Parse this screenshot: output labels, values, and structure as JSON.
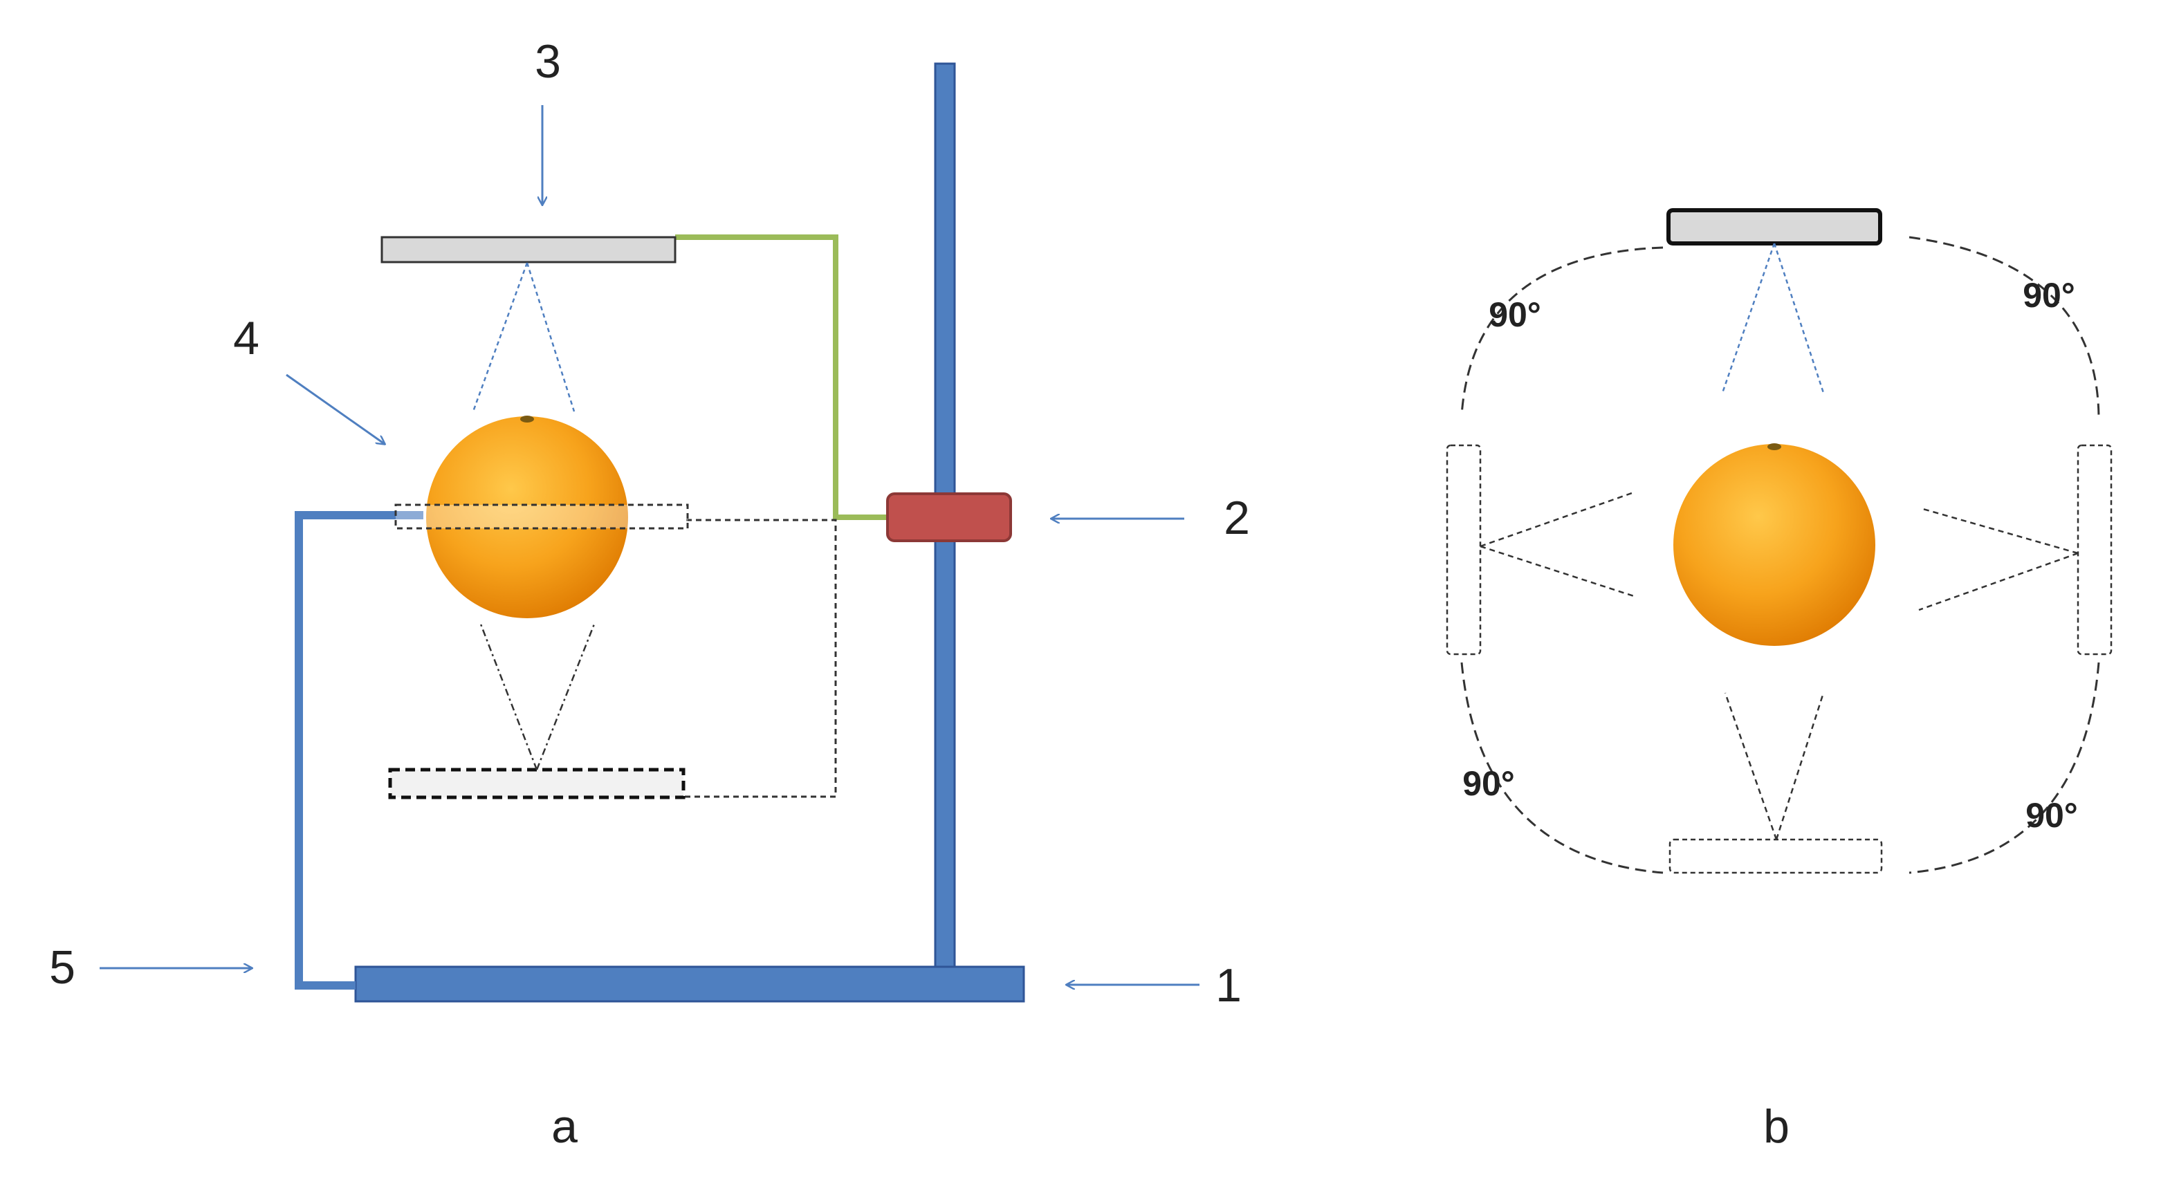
{
  "panel_a": {
    "caption": "a",
    "labels": {
      "one": "1",
      "two": "2",
      "three": "3",
      "four": "4",
      "five": "5"
    }
  },
  "panel_b": {
    "caption": "b",
    "angles": {
      "top_left": "90°",
      "top_right": "90°",
      "bottom_left": "90°",
      "bottom_right": "90°"
    }
  },
  "colors": {
    "stand": "#4F7FC0",
    "clamp": "#C0504D",
    "camera_arm": "#9BBB59",
    "camera": "#D9D9D9",
    "arrow": "#4F7FC0",
    "fruit_light": "#FFB526",
    "fruit_dark": "#E07800"
  }
}
